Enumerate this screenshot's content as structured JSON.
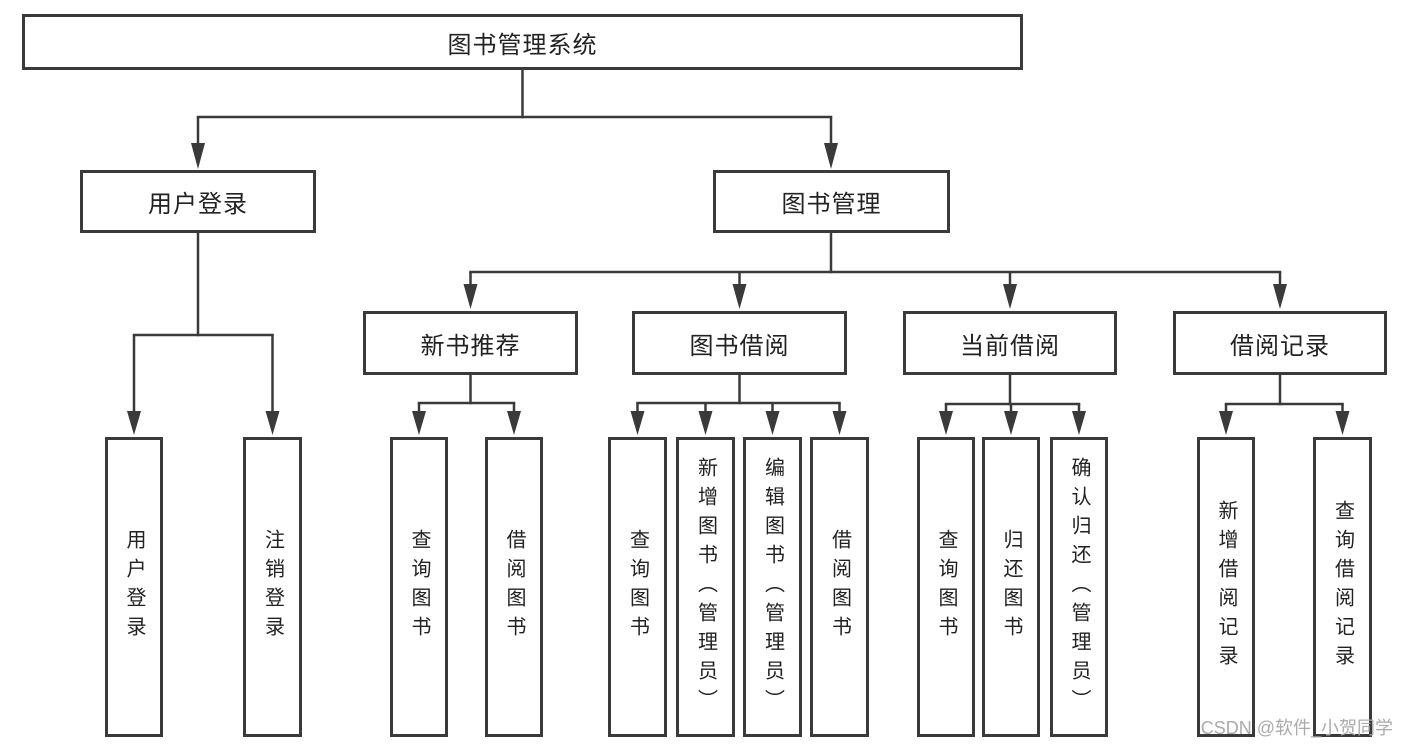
{
  "root": {
    "label": "图书管理系统"
  },
  "level2": [
    {
      "label": "用户登录"
    },
    {
      "label": "图书管理"
    }
  ],
  "level3": [
    {
      "label": "新书推荐",
      "parent": "图书管理"
    },
    {
      "label": "图书借阅",
      "parent": "图书管理"
    },
    {
      "label": "当前借阅",
      "parent": "图书管理"
    },
    {
      "label": "借阅记录",
      "parent": "图书管理"
    }
  ],
  "leaves": [
    {
      "label": "用户登录",
      "parent": "用户登录"
    },
    {
      "label": "注销登录",
      "parent": "用户登录"
    },
    {
      "label": "查询图书",
      "parent": "新书推荐"
    },
    {
      "label": "借阅图书",
      "parent": "新书推荐"
    },
    {
      "label": "查询图书",
      "parent": "图书借阅"
    },
    {
      "label": "新增图书（管理员）",
      "parent": "图书借阅"
    },
    {
      "label": "编辑图书（管理员）",
      "parent": "图书借阅"
    },
    {
      "label": "借阅图书",
      "parent": "图书借阅"
    },
    {
      "label": "查询图书",
      "parent": "当前借阅"
    },
    {
      "label": "归还图书",
      "parent": "当前借阅"
    },
    {
      "label": "确认归还（管理员）",
      "parent": "当前借阅"
    },
    {
      "label": "新增借阅记录",
      "parent": "借阅记录"
    },
    {
      "label": "查询借阅记录",
      "parent": "借阅记录"
    }
  ],
  "watermark": {
    "text": "CSDN @软件_小贺同学"
  },
  "colors": {
    "line": "#3a3a3a",
    "text": "#222222",
    "watermark": "#ababab",
    "background": "#ffffff"
  }
}
